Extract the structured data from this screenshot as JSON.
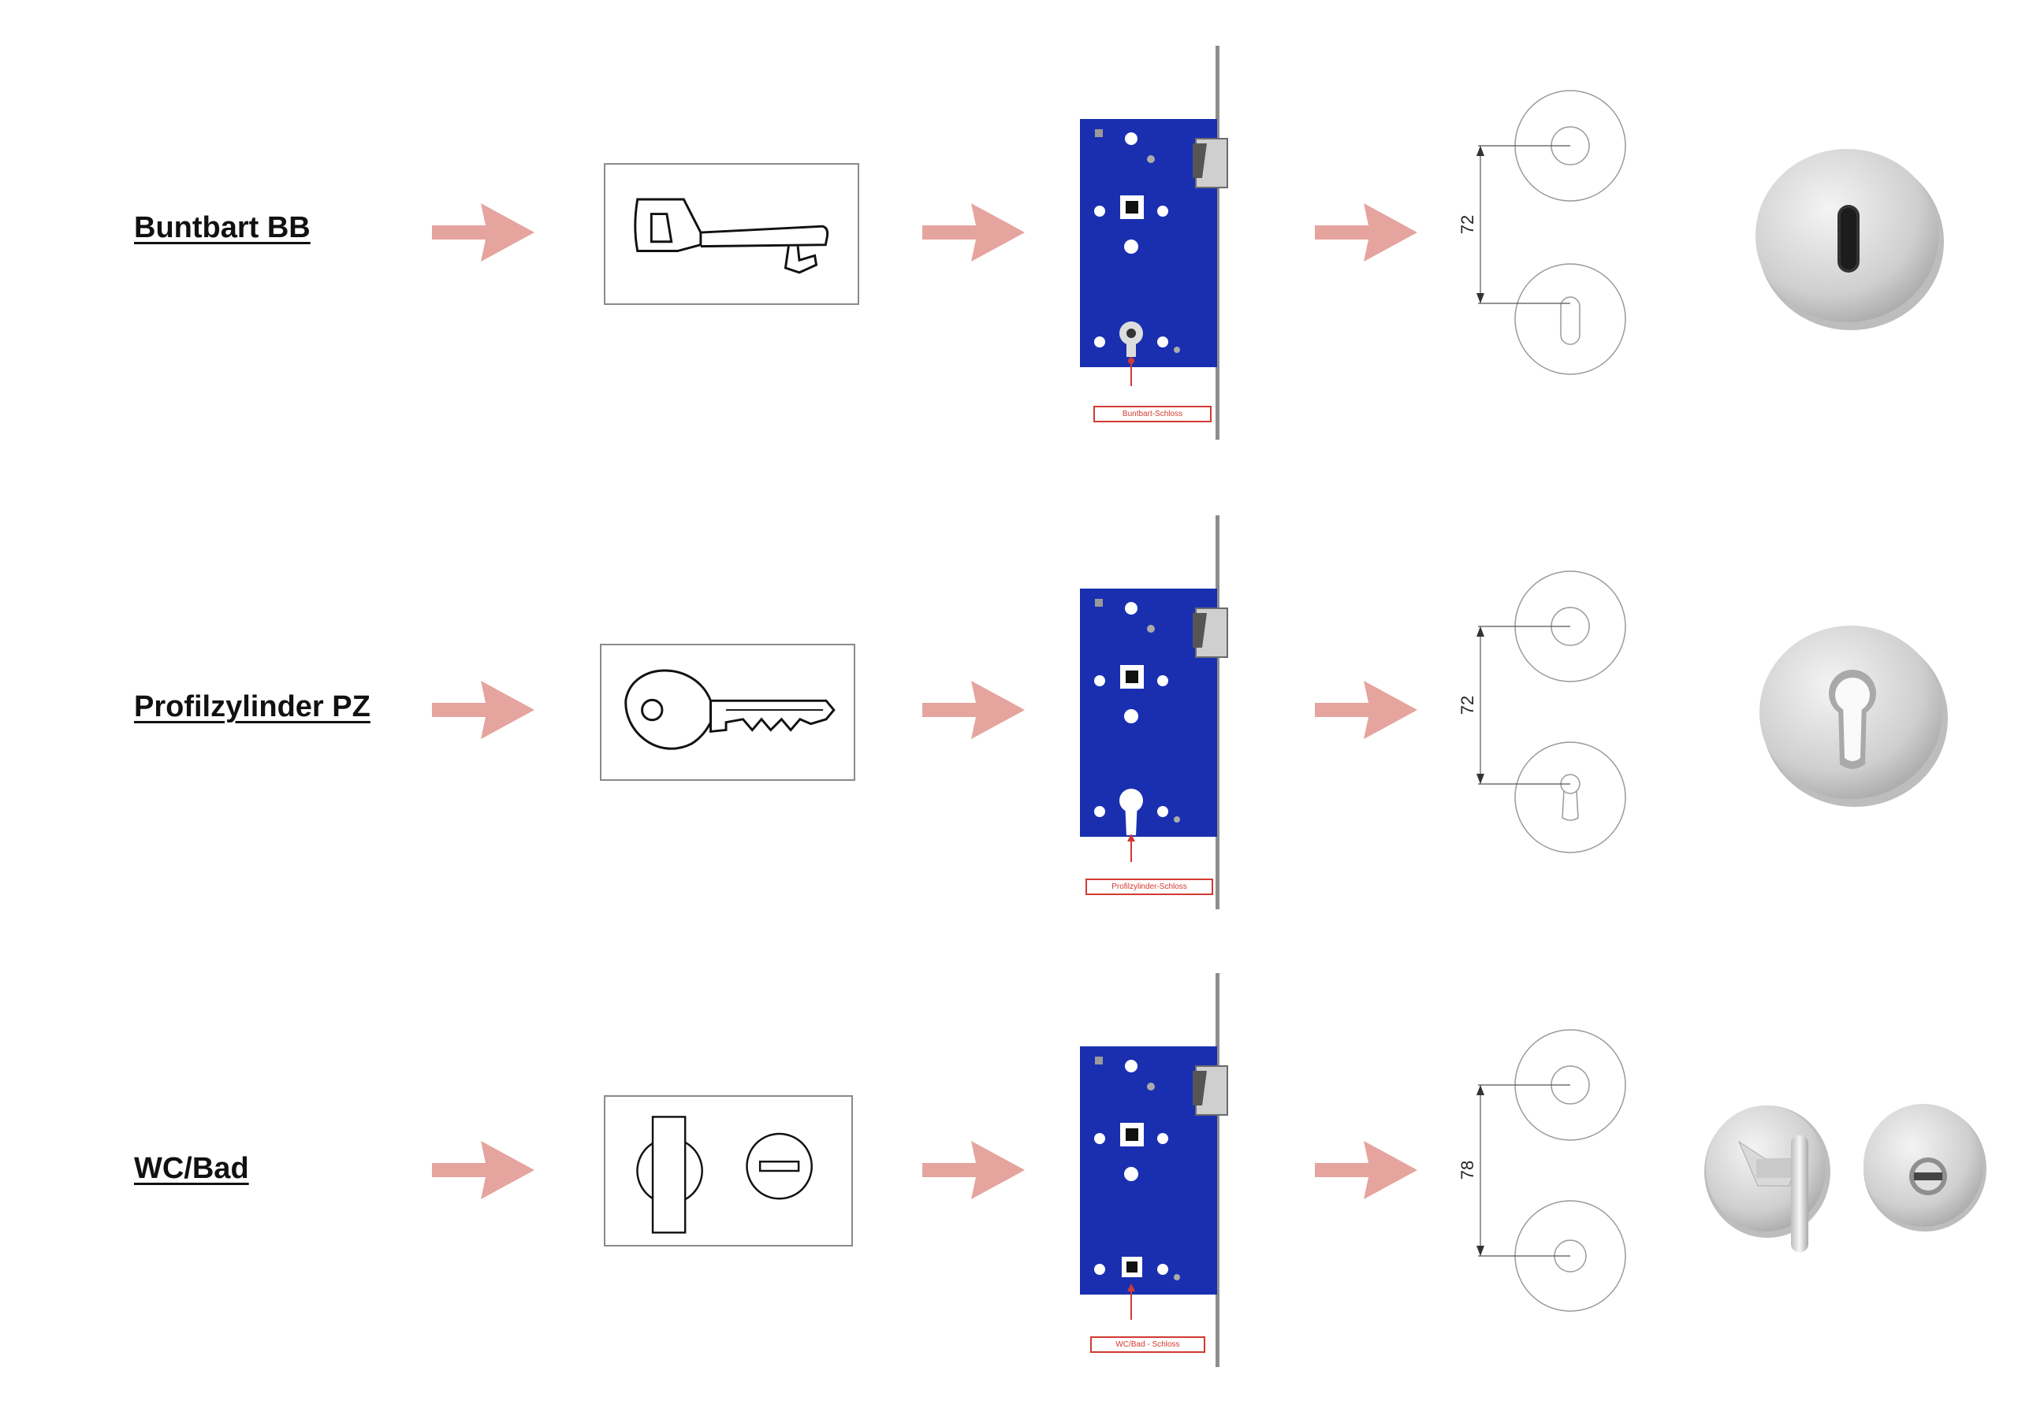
{
  "rows": [
    {
      "label": "Buntbart BB",
      "lock_caption": "Buntbart-Schloss",
      "dimension": "72",
      "key_icon": "bit-key-icon",
      "escutcheon_icon": "keyhole-escutcheon-icon"
    },
    {
      "label": "Profilzylinder PZ",
      "lock_caption": "Profilzylinder-Schloss",
      "dimension": "72",
      "key_icon": "cylinder-key-icon",
      "escutcheon_icon": "profile-cylinder-escutcheon-icon"
    },
    {
      "label": "WC/Bad",
      "lock_caption": "WC/Bad - Schloss",
      "dimension": "78",
      "key_icon": "bathroom-turn-icon",
      "escutcheon_icon": "bathroom-thumbturn-icon"
    }
  ],
  "colors": {
    "arrow": "#e29a93",
    "lock_body": "#1a2fb0",
    "caption": "#d23a32",
    "line_gray": "#9a9a9a"
  }
}
